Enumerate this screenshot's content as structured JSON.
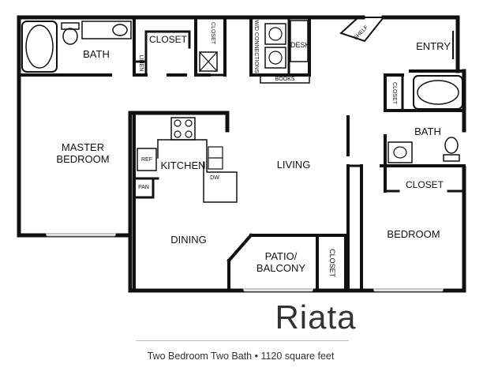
{
  "plan": {
    "name": "Riata",
    "description": "Two Bedroom Two Bath • 1120 square feet"
  },
  "rooms": {
    "master_bath": "BATH",
    "closet_top": "CLOSET",
    "linen": "LINEN",
    "closet_small": "CLOSET",
    "wd": "W/D CONNECTIONS",
    "desk": "DESK",
    "books": "BOOKS",
    "shelf": "SHELF",
    "entry": "ENTRY",
    "master_bedroom_1": "MASTER",
    "master_bedroom_2": "BEDROOM",
    "kitchen": "KITCHEN",
    "ref": "REF",
    "pan": "PAN",
    "dw": "DW",
    "living": "LIVING",
    "dining": "DINING",
    "patio_1": "PATIO/",
    "patio_2": "BALCONY",
    "closet_patio": "CLOSET",
    "bath2": "BATH",
    "closet_bath2": "CLOSET",
    "closet_bedroom": "CLOSET",
    "bedroom": "BEDROOM"
  }
}
